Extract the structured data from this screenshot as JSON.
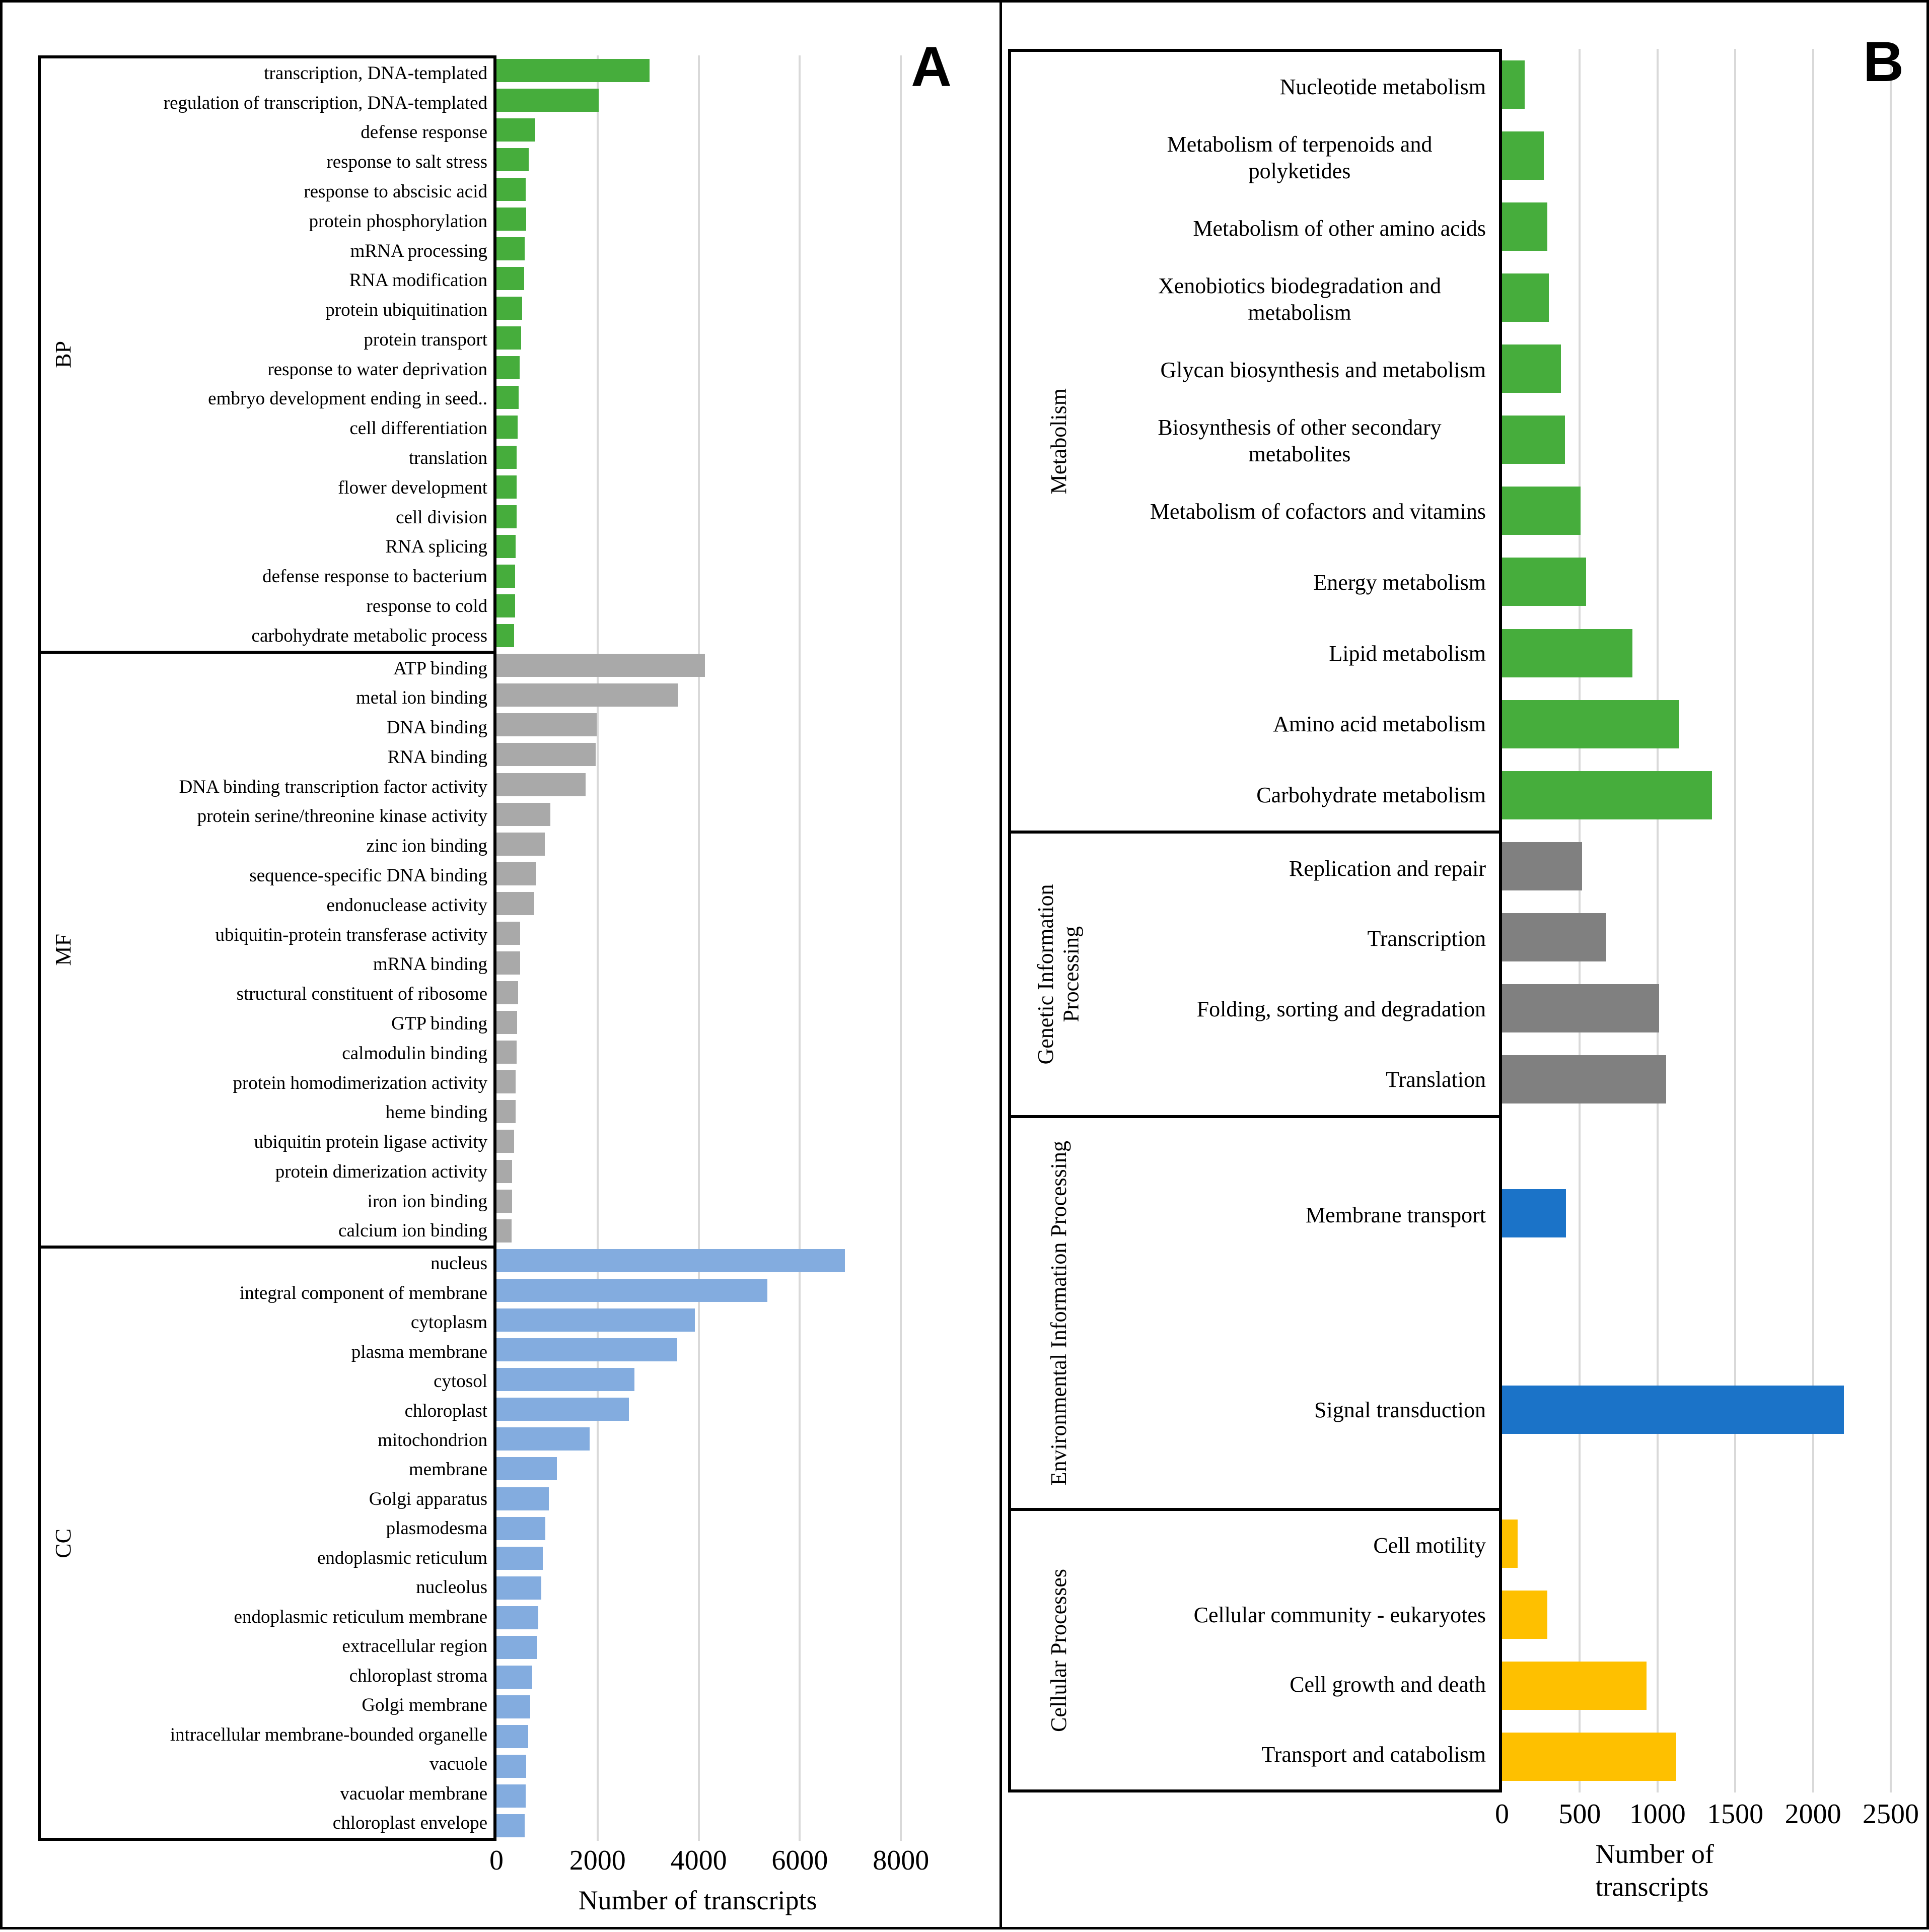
{
  "chart_data": [
    {
      "type": "bar",
      "orientation": "horizontal",
      "panel": "A",
      "xlabel": "Number of transcripts",
      "xticks": [
        0,
        2000,
        4000,
        6000,
        8000
      ],
      "xmax": 9950,
      "grid": true,
      "groups": [
        {
          "name": "BP",
          "color": "#46ad3c",
          "items": [
            {
              "label": "transcription, DNA-templated",
              "value": 3030
            },
            {
              "label": "regulation of transcription, DNA-templated",
              "value": 2020
            },
            {
              "label": "defense response",
              "value": 770
            },
            {
              "label": "response to salt stress",
              "value": 640
            },
            {
              "label": "response to abscisic acid",
              "value": 580
            },
            {
              "label": "protein phosphorylation",
              "value": 590
            },
            {
              "label": "mRNA processing",
              "value": 555
            },
            {
              "label": "RNA modification",
              "value": 550
            },
            {
              "label": "protein ubiquitination",
              "value": 510
            },
            {
              "label": "protein transport",
              "value": 490
            },
            {
              "label": "response to water deprivation",
              "value": 460
            },
            {
              "label": "embryo development ending in seed..",
              "value": 435
            },
            {
              "label": "cell differentiation",
              "value": 415
            },
            {
              "label": "translation",
              "value": 400
            },
            {
              "label": "flower development",
              "value": 400
            },
            {
              "label": "cell division",
              "value": 398
            },
            {
              "label": "RNA splicing",
              "value": 380
            },
            {
              "label": "defense response to bacterium",
              "value": 368
            },
            {
              "label": "response to cold",
              "value": 365
            },
            {
              "label": "carbohydrate metabolic process",
              "value": 350
            }
          ]
        },
        {
          "name": "MF",
          "color": "#a9a9a9",
          "items": [
            {
              "label": "ATP binding",
              "value": 4120
            },
            {
              "label": "metal ion binding",
              "value": 3590
            },
            {
              "label": "DNA binding",
              "value": 1980
            },
            {
              "label": "RNA binding",
              "value": 1960
            },
            {
              "label": "DNA binding transcription factor activity",
              "value": 1760
            },
            {
              "label": "protein serine/threonine kinase activity",
              "value": 1070
            },
            {
              "label": "zinc ion binding",
              "value": 960
            },
            {
              "label": "sequence-specific DNA binding",
              "value": 780
            },
            {
              "label": "endonuclease activity",
              "value": 750
            },
            {
              "label": "ubiquitin-protein transferase activity",
              "value": 470
            },
            {
              "label": "mRNA binding",
              "value": 465
            },
            {
              "label": "structural constituent of ribosome",
              "value": 430
            },
            {
              "label": "GTP binding",
              "value": 405
            },
            {
              "label": "calmodulin binding",
              "value": 400
            },
            {
              "label": "protein homodimerization activity",
              "value": 382
            },
            {
              "label": "heme binding",
              "value": 378
            },
            {
              "label": "ubiquitin protein ligase activity",
              "value": 350
            },
            {
              "label": "protein dimerization activity",
              "value": 312
            },
            {
              "label": "iron ion binding",
              "value": 308
            },
            {
              "label": "calcium ion binding",
              "value": 295
            }
          ]
        },
        {
          "name": "CC",
          "color": "#83acdf",
          "items": [
            {
              "label": "nucleus",
              "value": 6890
            },
            {
              "label": "integral component of membrane",
              "value": 5360
            },
            {
              "label": "cytoplasm",
              "value": 3920
            },
            {
              "label": "plasma membrane",
              "value": 3580
            },
            {
              "label": "cytosol",
              "value": 2730
            },
            {
              "label": "chloroplast",
              "value": 2620
            },
            {
              "label": "mitochondrion",
              "value": 1840
            },
            {
              "label": "membrane",
              "value": 1200
            },
            {
              "label": "Golgi apparatus",
              "value": 1040
            },
            {
              "label": "plasmodesma",
              "value": 970
            },
            {
              "label": "endoplasmic reticulum",
              "value": 915
            },
            {
              "label": "nucleolus",
              "value": 885
            },
            {
              "label": "endoplasmic reticulum membrane",
              "value": 830
            },
            {
              "label": "extracellular region",
              "value": 800
            },
            {
              "label": "chloroplast stroma",
              "value": 705
            },
            {
              "label": "Golgi membrane",
              "value": 670
            },
            {
              "label": "intracellular membrane-bounded organelle",
              "value": 630
            },
            {
              "label": "vacuole",
              "value": 590
            },
            {
              "label": "vacuolar membrane",
              "value": 580
            },
            {
              "label": "chloroplast envelope",
              "value": 560
            }
          ]
        }
      ]
    },
    {
      "type": "bar",
      "orientation": "horizontal",
      "panel": "B",
      "xlabel": "Number of transcripts",
      "xticks": [
        0,
        500,
        1000,
        1500,
        2000,
        2500
      ],
      "xmax": 2730,
      "grid": true,
      "groups": [
        {
          "name": "Metabolism",
          "color": "#46ad3c",
          "items": [
            {
              "label": "Nucleotide metabolism",
              "value": 145
            },
            {
              "label": "Metabolism of terpenoids and polyketides",
              "value": 270
            },
            {
              "label": "Metabolism of other amino acids",
              "value": 290
            },
            {
              "label": "Xenobiotics biodegradation and metabolism",
              "value": 300
            },
            {
              "label": "Glycan biosynthesis and metabolism",
              "value": 380
            },
            {
              "label": "Biosynthesis of other secondary metabolites",
              "value": 405
            },
            {
              "label": "Metabolism of cofactors and vitamins",
              "value": 505
            },
            {
              "label": "Energy metabolism",
              "value": 540
            },
            {
              "label": "Lipid metabolism",
              "value": 840
            },
            {
              "label": "Amino acid metabolism",
              "value": 1140
            },
            {
              "label": "Carbohydrate metabolism",
              "value": 1350
            }
          ]
        },
        {
          "name": "Genetic Information Processing",
          "color": "#808080",
          "items": [
            {
              "label": "Replication and repair",
              "value": 515
            },
            {
              "label": "Transcription",
              "value": 670
            },
            {
              "label": "Folding, sorting and degradation",
              "value": 1010
            },
            {
              "label": "Translation",
              "value": 1055
            }
          ]
        },
        {
          "name": "Environmental Information Processing",
          "color": "#1b73c8",
          "items": [
            {
              "label": "Membrane transport",
              "value": 410
            },
            {
              "label": "Signal transduction",
              "value": 2200
            }
          ]
        },
        {
          "name": "Cellular Processes",
          "color": "#fec000",
          "items": [
            {
              "label": "Cell motility",
              "value": 100
            },
            {
              "label": "Cellular community - eukaryotes",
              "value": 290
            },
            {
              "label": "Cell growth and death",
              "value": 930
            },
            {
              "label": "Transport and catabolism",
              "value": 1120
            }
          ]
        }
      ]
    }
  ]
}
